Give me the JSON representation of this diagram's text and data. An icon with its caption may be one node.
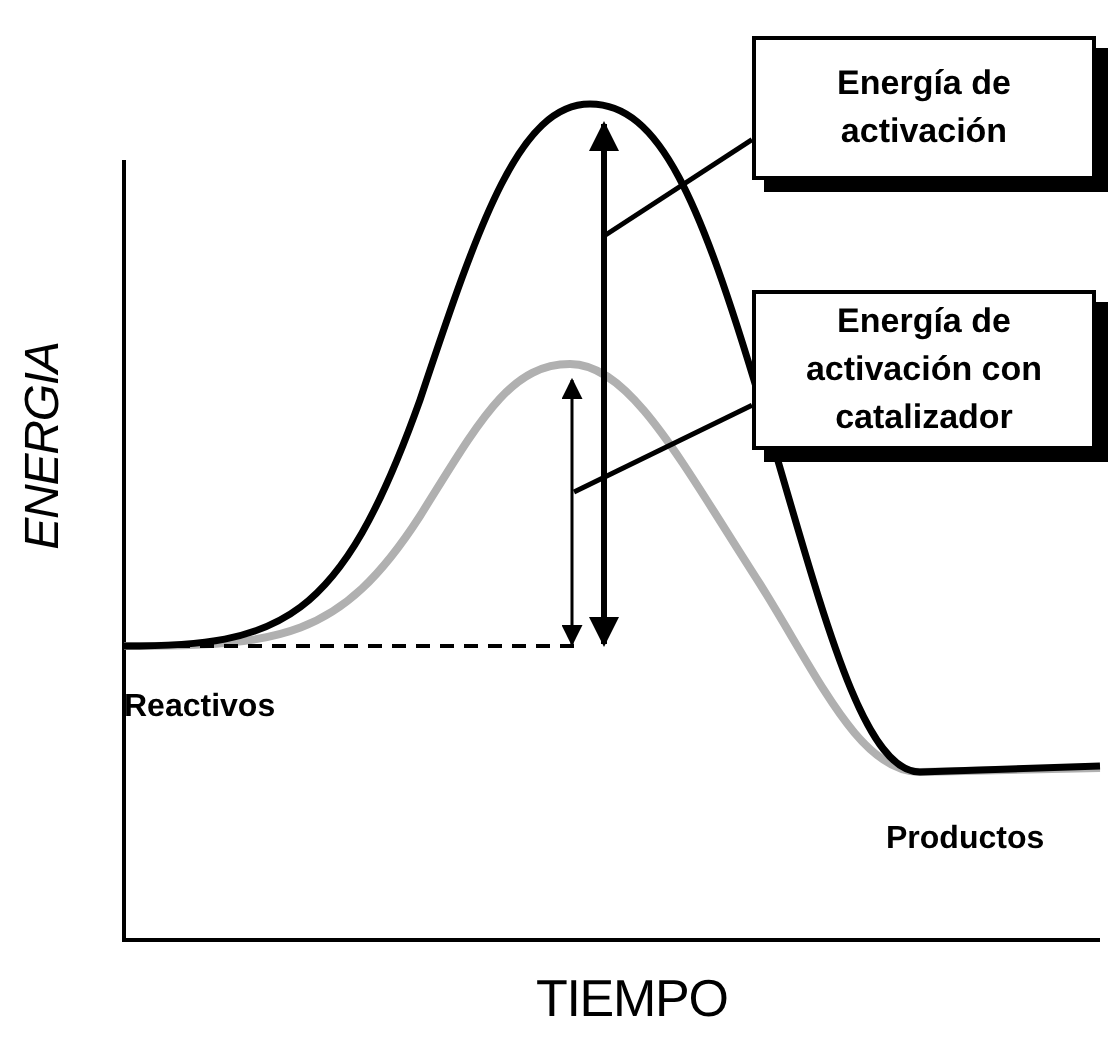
{
  "diagram": {
    "nodes": [
      {
        "text": [
          "Energía de activación"
        ]
      },
      {
        "text": [
          "Energía de activación con catalizador"
        ]
      }
    ],
    "edges": [
      {
        "from": 0,
        "to": null,
        "arrow": "none"
      },
      {
        "from": 1,
        "to": null,
        "arrow": "none"
      }
    ],
    "labels": [
      "ENERGIA",
      "Reactivos",
      "Productos",
      "TIEMPO"
    ]
  }
}
